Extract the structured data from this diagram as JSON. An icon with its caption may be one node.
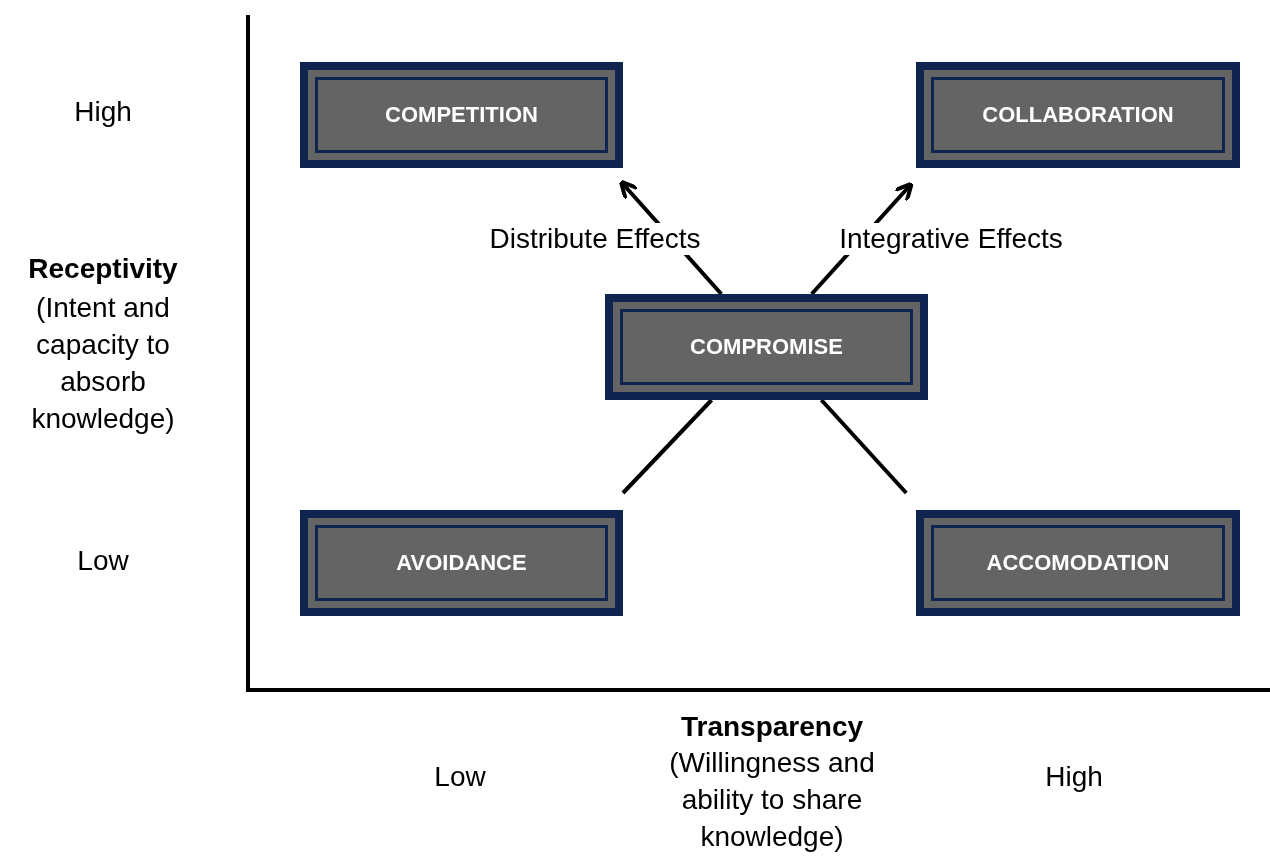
{
  "diagram": {
    "nodes": [
      {
        "text": [
          "COMPETITION"
        ]
      },
      {
        "text": [
          "COLLABORATION"
        ]
      },
      {
        "text": [
          "COMPROMISE"
        ]
      },
      {
        "text": [
          "AVOIDANCE"
        ]
      },
      {
        "text": [
          "ACCOMODATION"
        ]
      }
    ],
    "edges": [
      {
        "from": 2,
        "to": 0,
        "arrow": "to",
        "label": "Distribute Effects"
      },
      {
        "from": 2,
        "to": 1,
        "arrow": "to",
        "label": "Integrative Effects"
      },
      {
        "from": 2,
        "to": 3,
        "arrow": "none"
      },
      {
        "from": 2,
        "to": 4,
        "arrow": "none"
      }
    ],
    "labels": [
      "High",
      "Receptivity",
      "(Intent and capacity to absorb knowledge)",
      "Low",
      "Transparency",
      "Low",
      "(Willingness and ability to share knowledge)",
      "High"
    ]
  }
}
